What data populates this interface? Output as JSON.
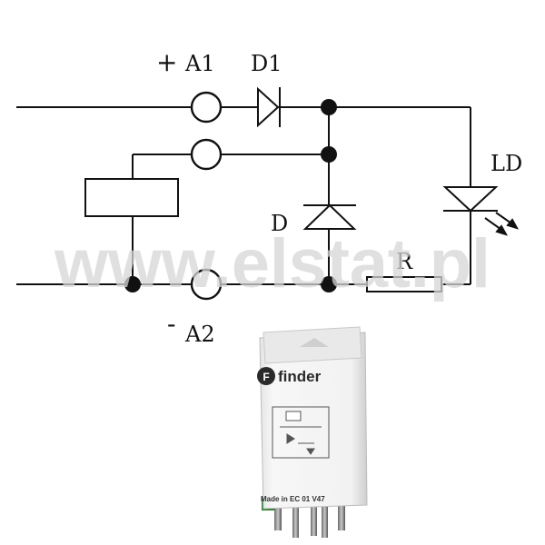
{
  "diagram": {
    "labels": {
      "a1_plus": "+",
      "a1": "A1",
      "d1": "D1",
      "ld": "LD",
      "d": "D",
      "r": "R",
      "a2_minus": "-",
      "a2": "A2"
    }
  },
  "watermark": "www.elstat.pl",
  "module": {
    "brand": "finder",
    "marking": "Made in EC 01  V47"
  },
  "colors": {
    "wire": "#111111",
    "module_body": "#f0f0f0",
    "pins": "#555555"
  }
}
